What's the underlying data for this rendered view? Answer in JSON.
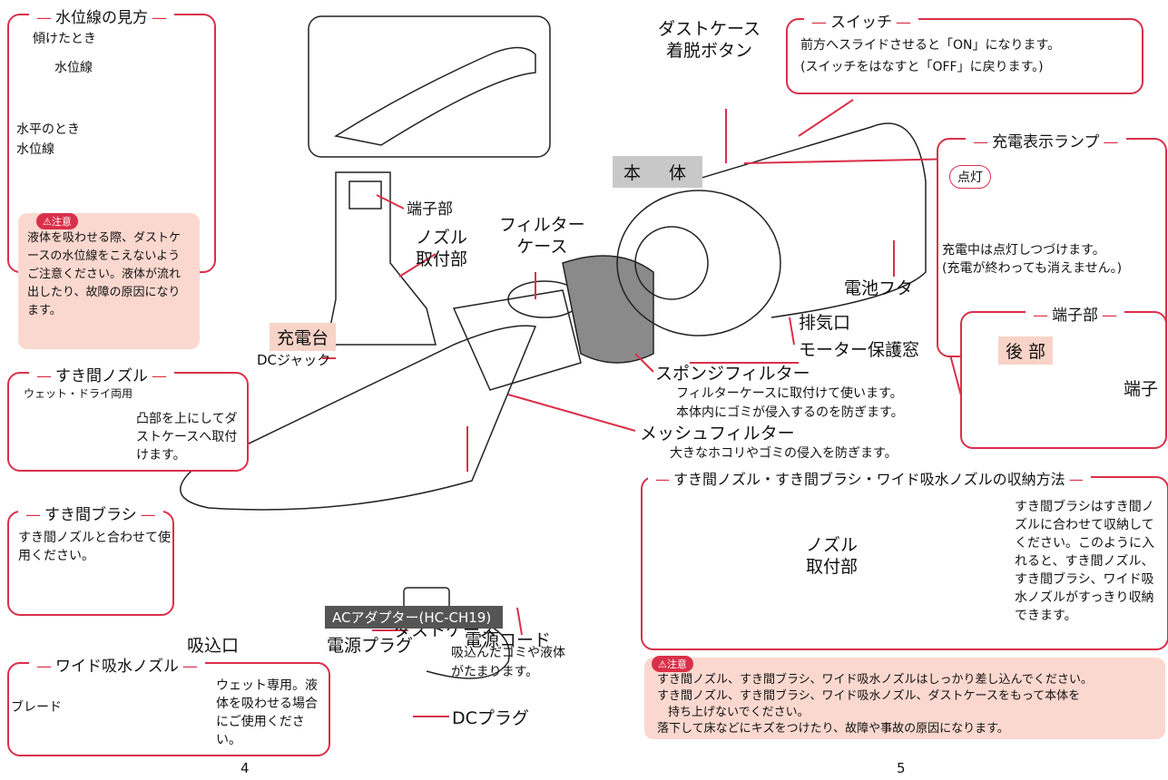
{
  "left": {
    "water_box": {
      "title": "水位線の見方",
      "tilted": "傾けたとき",
      "waterline1": "水位線",
      "level": "水平のとき",
      "waterline2": "水位線",
      "caution_badge": "⚠注意",
      "caution_text": "液体を吸わせる際、ダストケースの水位線をこえないようご注意ください。液体が流れ出したり、故障の原因になります。"
    },
    "main_caption": {
      "line1": "ダストケース",
      "line2": "着脱ボタン"
    },
    "charger": {
      "terminal": "端子部",
      "nozzle_mount_1": "ノズル",
      "nozzle_mount_2": "取付部",
      "dc_jack": "DCジャック",
      "name": "充電台"
    },
    "filter_case": {
      "line1": "フィルター",
      "line2": "ケース"
    },
    "gap_nozzle_box": {
      "title": "すき間ノズル",
      "sub": "ウェット・ドライ両用",
      "text": "凸部を上にしてダストケースへ取付けます。"
    },
    "gap_brush_box": {
      "title": "すき間ブラシ",
      "text": "すき間ノズルと合わせて使用ください。"
    },
    "dust_case": {
      "name": "ダストケース",
      "desc1": "吸込んだゴミや液体",
      "desc2": "がたまります。"
    },
    "intake": "吸込口",
    "wide_nozzle_box": {
      "title": "ワイド吸水ノズル",
      "blade": "ブレード",
      "text": "ウェット専用。液体を吸わせる場合にご使用ください。"
    },
    "adapter": {
      "title": "ACアダプター(HC-CH19)",
      "plug": "電源プラグ",
      "cord": "電源コード",
      "dc_plug": "DCプラグ"
    },
    "page": "4"
  },
  "right": {
    "switch_box": {
      "title": "スイッチ",
      "line1": "前方へスライドさせると「ON」になります。",
      "line2": "(スイッチをはなすと「OFF」に戻ります。)"
    },
    "body": "本　体",
    "charge_lamp_box": {
      "title": "充電表示ランプ",
      "lit": "点灯",
      "line1": "充電中は点灯しつづけます。",
      "line2": "(充電が終わっても消えません。)"
    },
    "battery_cover": "電池フタ",
    "exhaust": "排気口",
    "motor_window": "モーター保護窓",
    "sponge": {
      "name": "スポンジフィルター",
      "line1": "フィルターケースに取付けて使います。",
      "line2": "本体内にゴミが侵入するのを防ぎます。"
    },
    "mesh": {
      "name": "メッシュフィルター",
      "line1": "大きなホコリやゴミの侵入を防ぎます。"
    },
    "terminal_box": {
      "title": "端子部",
      "rear": "後 部",
      "terminal": "端子"
    },
    "storage_box": {
      "title": "すき間ノズル・すき間ブラシ・ワイド吸水ノズルの収納方法",
      "nozzle_mount_1": "ノズル",
      "nozzle_mount_2": "取付部",
      "text": "すき間ブラシはすき間ノズルに合わせて収納してください。このように入れると、すき間ノズル、すき間ブラシ、ワイド吸水ノズルがすっきり収納できます。"
    },
    "caution": {
      "badge": "⚠注意",
      "line1": "すき間ノズル、すき間ブラシ、ワイド吸水ノズルはしっかり差し込んでください。",
      "line2": "すき間ノズル、すき間ブラシ、ワイド吸水ノズル、ダストケースをもって本体を",
      "line3": "持ち上げないでください。",
      "line4": "落下して床などにキズをつけたり、故障や事故の原因になります。"
    },
    "page": "5"
  },
  "colors": {
    "accent": "#d9304a",
    "pink_fill": "#fbd8cf",
    "gray_label": "#c8c8c8",
    "dark_label": "#555555"
  }
}
